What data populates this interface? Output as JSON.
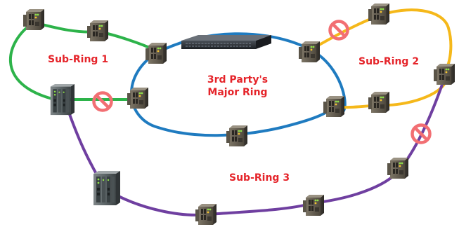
{
  "labels": {
    "sub_ring_1": "Sub-Ring 1",
    "sub_ring_2": "Sub-Ring 2",
    "sub_ring_3": "Sub-Ring 3",
    "major_ring_line1": "3rd Party's",
    "major_ring_line2": "Major Ring"
  },
  "colors": {
    "major_ring": "#1f7bc0",
    "sub_ring_1": "#2db34a",
    "sub_ring_2": "#f5b81a",
    "sub_ring_3": "#6f3fa0",
    "label_red": "#e5242a",
    "label_blue": "#1f7bc0",
    "blocked_marker": "#f26f73"
  },
  "icons": {
    "switch_small": "industrial-switch-icon",
    "switch_large": "rack-switch-icon",
    "core_switch": "rackmount-switch-icon",
    "blocked": "blocked-link-icon"
  }
}
